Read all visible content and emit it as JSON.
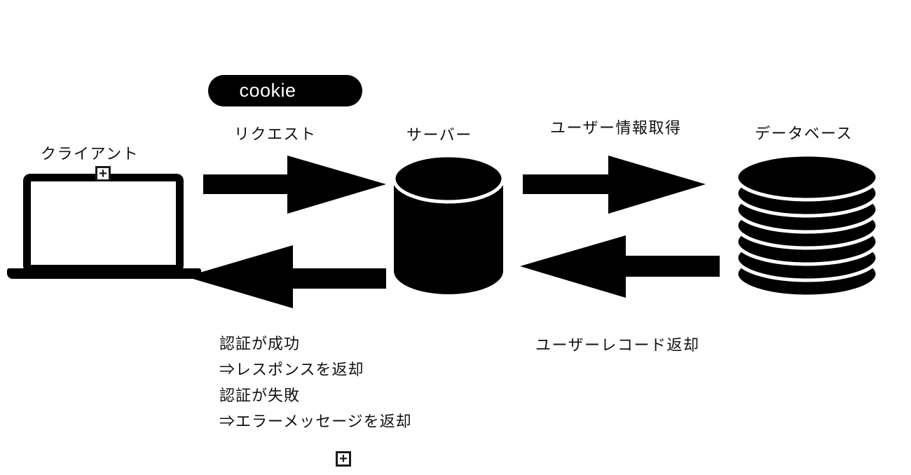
{
  "badge": {
    "label": "cookie"
  },
  "nodes": {
    "client": {
      "label": "クライアント",
      "icon": "laptop-icon"
    },
    "server": {
      "label": "サーバー",
      "icon": "cylinder-icon"
    },
    "database": {
      "label": "データベース",
      "icon": "disk-stack-icon"
    }
  },
  "flows": {
    "request": {
      "label": "リクエスト",
      "from": "client",
      "to": "server"
    },
    "get_user_info": {
      "label": "ユーザー情報取得",
      "from": "server",
      "to": "database"
    },
    "return_user_record": {
      "label": "ユーザーレコード返却",
      "from": "database",
      "to": "server"
    }
  },
  "annotation": {
    "lines": [
      "認証が成功",
      "⇒レスポンスを返却",
      "認証が失敗",
      "⇒エラーメッセージを返却"
    ]
  },
  "handles": {
    "plus_glyph": "+"
  },
  "colors": {
    "ink": "#000000",
    "background": "#ffffff",
    "badge_fill": "#000000",
    "badge_text": "#ffffff"
  }
}
